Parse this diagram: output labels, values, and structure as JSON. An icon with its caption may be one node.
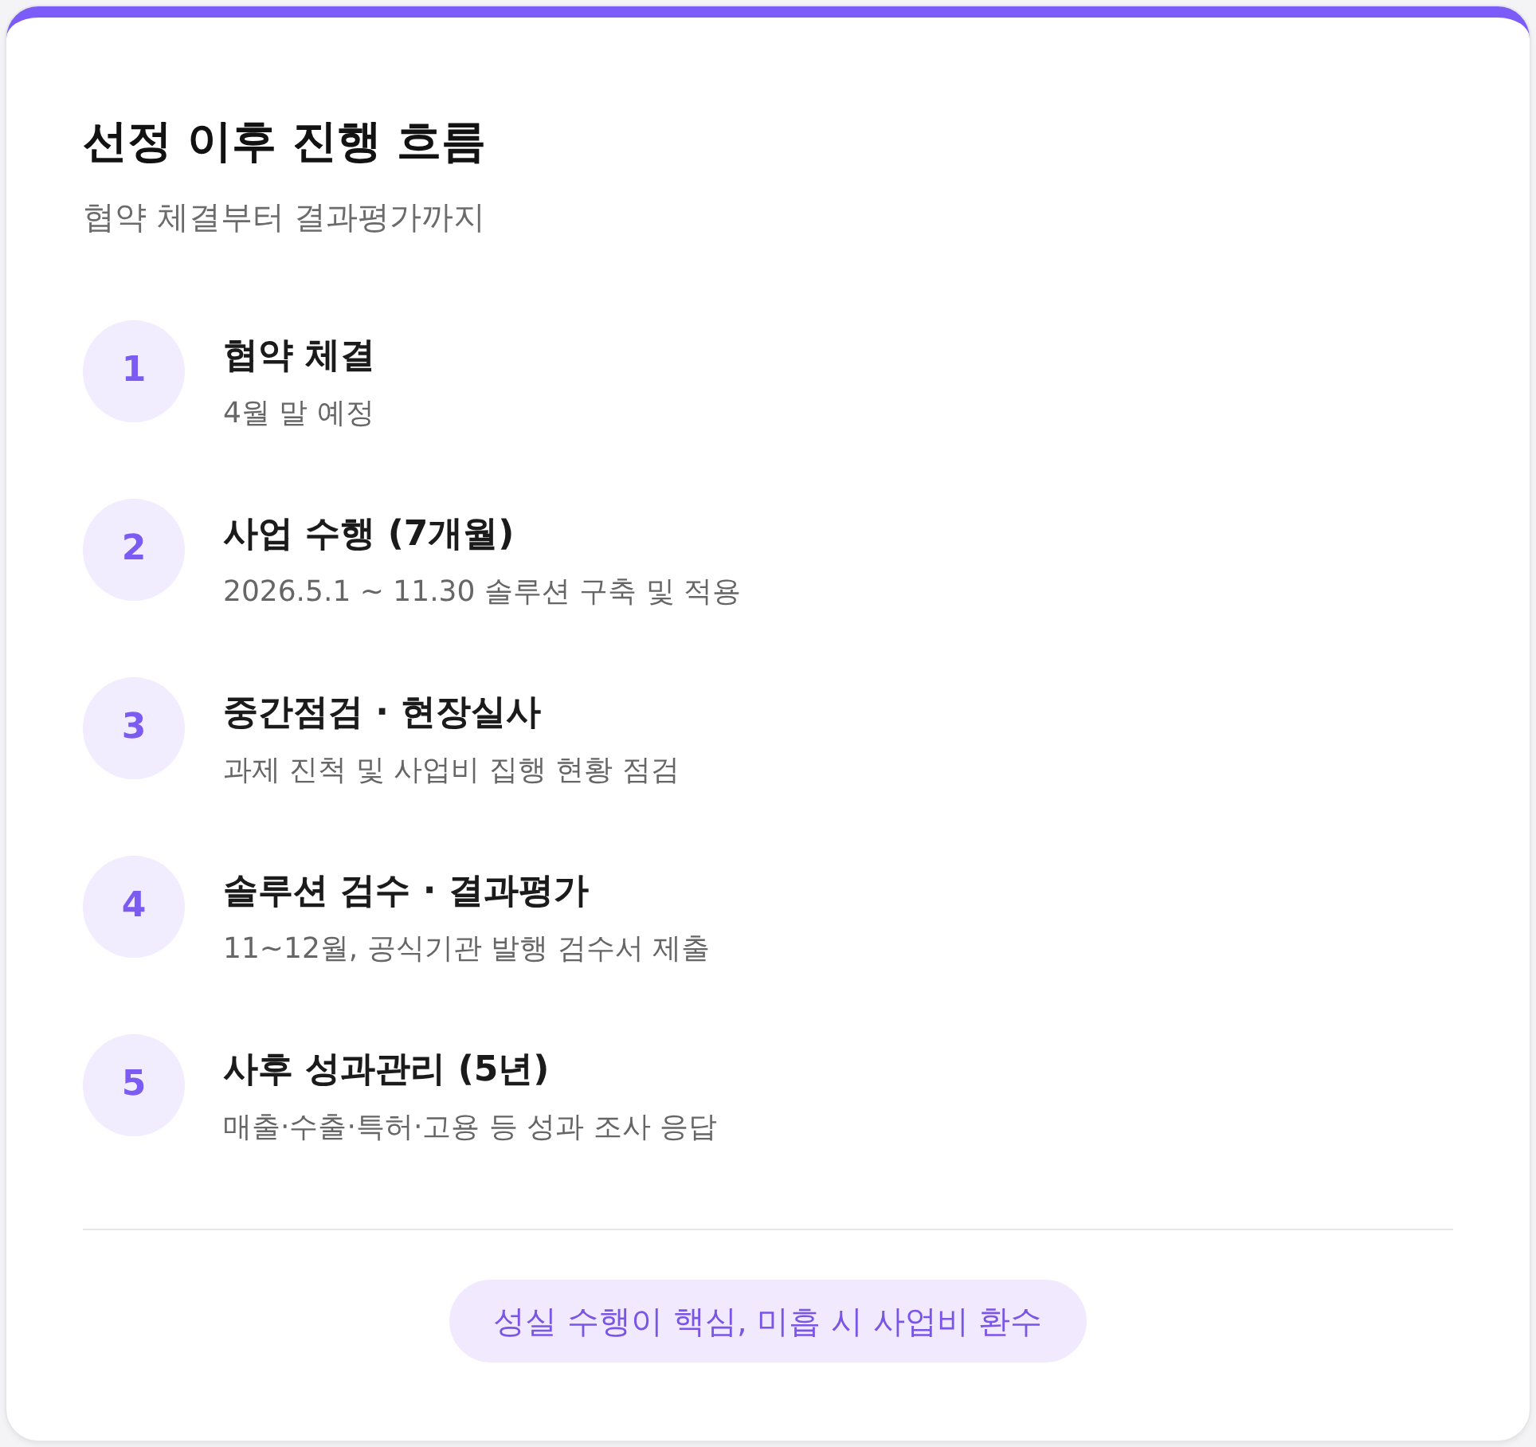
{
  "diagram": {
    "title": "선정 이후 진행 흐름",
    "nodes": [
      {
        "text": [
          "1"
        ],
        "beside": [
          "협약 체결",
          "4월 말 예정"
        ]
      },
      {
        "text": [
          "2"
        ],
        "beside": [
          "사업 수행 (7개월)",
          "2026.5.1 ~ 11.30 솔루션 구축 및 적용"
        ]
      },
      {
        "text": [
          "3"
        ],
        "beside": [
          "중간점검 · 현장실사",
          "과제 진척 및 사업비 집행 현황 점검"
        ]
      },
      {
        "text": [
          "4"
        ],
        "beside": [
          "솔루션 검수 · 결과평가",
          "11~12월, 공식기관 발행 검수서 제출"
        ]
      },
      {
        "text": [
          "5"
        ],
        "beside": [
          "사후 성과관리 (5년)",
          "매출·수출·특허·고용 등 성과 조사 응답"
        ]
      },
      {
        "text": [
          "성실 수행이 핵심, 미흡 시 사업비 환수"
        ]
      }
    ],
    "labels": [
      "협약 체결부터 결과평가까지"
    ]
  }
}
